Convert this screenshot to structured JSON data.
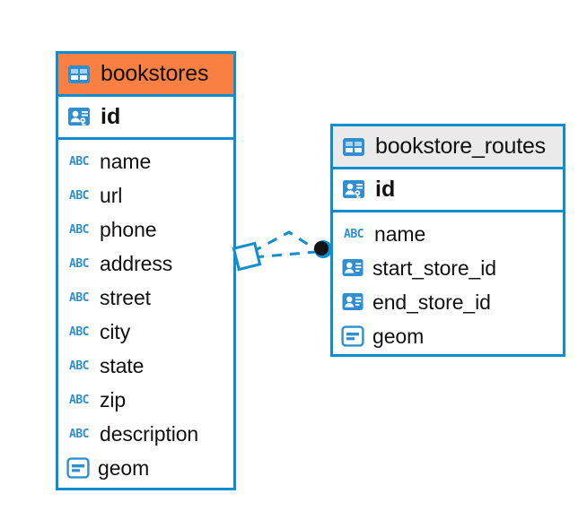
{
  "diagram": {
    "type": "entity-relationship-diagram",
    "background": "#ffffff",
    "accent_color": "#0d8ecf",
    "highlight_color": "#f97f42",
    "neutral_header_color": "#eaeaea"
  },
  "entities": [
    {
      "name": "bookstores",
      "header_style": "accent",
      "primary_key": {
        "label": "id",
        "icon": "key-card-icon"
      },
      "fields": [
        {
          "label": "name",
          "icon": "abc-icon"
        },
        {
          "label": "url",
          "icon": "abc-icon"
        },
        {
          "label": "phone",
          "icon": "abc-icon"
        },
        {
          "label": "address",
          "icon": "abc-icon"
        },
        {
          "label": "street",
          "icon": "abc-icon"
        },
        {
          "label": "city",
          "icon": "abc-icon"
        },
        {
          "label": "state",
          "icon": "abc-icon"
        },
        {
          "label": "zip",
          "icon": "abc-icon"
        },
        {
          "label": "description",
          "icon": "abc-icon"
        },
        {
          "label": "geom",
          "icon": "blob-icon"
        }
      ]
    },
    {
      "name": "bookstore_routes",
      "header_style": "neutral",
      "primary_key": {
        "label": "id",
        "icon": "key-card-icon"
      },
      "fields": [
        {
          "label": "name",
          "icon": "abc-icon"
        },
        {
          "label": "start_store_id",
          "icon": "card-icon"
        },
        {
          "label": "end_store_id",
          "icon": "card-icon"
        },
        {
          "label": "geom",
          "icon": "blob-icon"
        }
      ]
    }
  ],
  "relationship": {
    "from_entity": "bookstores",
    "to_entity": "bookstore_routes",
    "line_style": "dashed",
    "source_marker": "diamond-outline",
    "target_marker": "filled-circle",
    "color": "#0d8ecf"
  }
}
